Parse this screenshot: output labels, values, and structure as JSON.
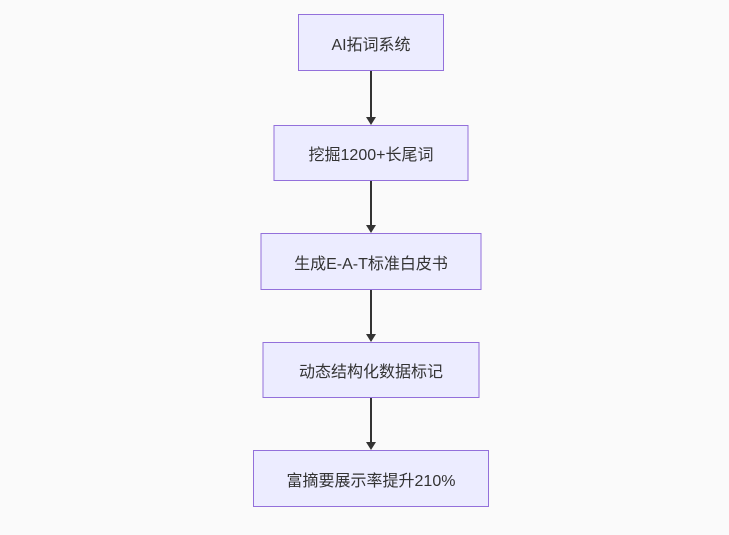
{
  "diagram": {
    "type": "flowchart",
    "direction": "top-down",
    "colors": {
      "background": "#fafafa",
      "node_fill": "#ECECFF",
      "node_border": "#9370DB",
      "text": "#333333",
      "arrow": "#333333"
    },
    "nodes": [
      {
        "id": "n1",
        "label": "AI拓词系统"
      },
      {
        "id": "n2",
        "label": "挖掘1200+长尾词"
      },
      {
        "id": "n3",
        "label": "生成E-A-T标准白皮书"
      },
      {
        "id": "n4",
        "label": "动态结构化数据标记"
      },
      {
        "id": "n5",
        "label": "富摘要展示率提升210%"
      }
    ],
    "edges": [
      {
        "from": "n1",
        "to": "n2"
      },
      {
        "from": "n2",
        "to": "n3"
      },
      {
        "from": "n3",
        "to": "n4"
      },
      {
        "from": "n4",
        "to": "n5"
      }
    ]
  }
}
